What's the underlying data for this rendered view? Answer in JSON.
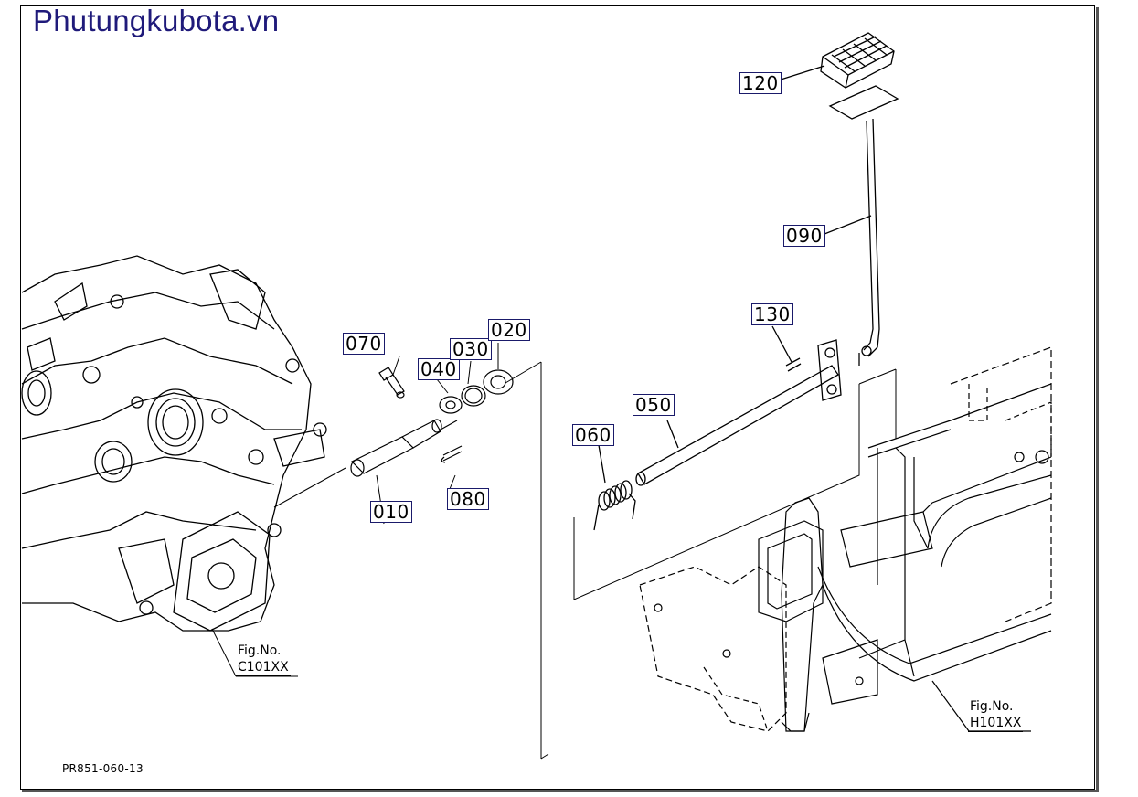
{
  "site": {
    "name": "Phutungkubota.vn"
  },
  "drawing": {
    "code": "PR851-060-13"
  },
  "callouts": [
    {
      "id": "010",
      "label": "010"
    },
    {
      "id": "020",
      "label": "020"
    },
    {
      "id": "030",
      "label": "030"
    },
    {
      "id": "040",
      "label": "040"
    },
    {
      "id": "050",
      "label": "050"
    },
    {
      "id": "060",
      "label": "060"
    },
    {
      "id": "070",
      "label": "070"
    },
    {
      "id": "080",
      "label": "080"
    },
    {
      "id": "090",
      "label": "090"
    },
    {
      "id": "120",
      "label": "120"
    },
    {
      "id": "130",
      "label": "130"
    }
  ],
  "figure_refs": [
    {
      "prefix": "Fig.No.",
      "code": "C101XX"
    },
    {
      "prefix": "Fig.No.",
      "code": "H101XX"
    }
  ]
}
